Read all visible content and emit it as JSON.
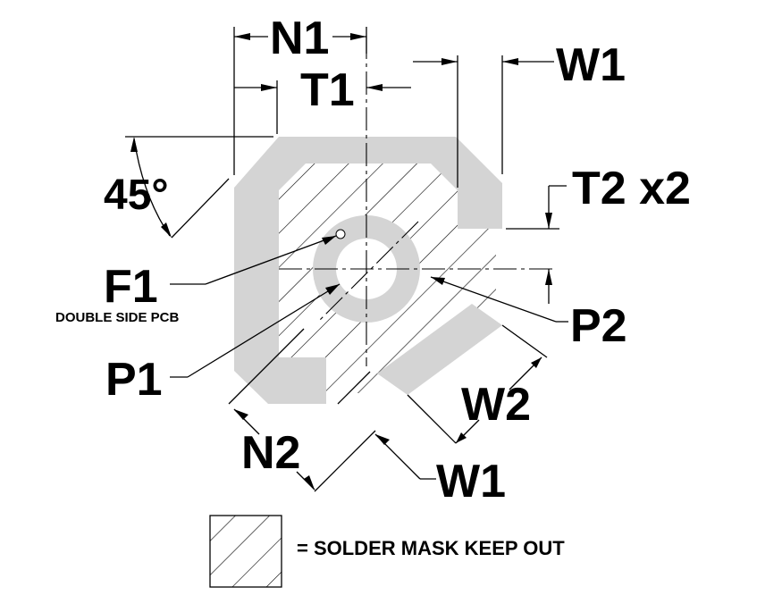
{
  "labels": {
    "n1": "N1",
    "t1": "T1",
    "w1_top": "W1",
    "t2": "T2 x2",
    "angle": "45°",
    "f1": "F1",
    "f1_note": "DOUBLE SIDE PCB",
    "p1": "P1",
    "p2": "P2",
    "w2": "W2",
    "n2": "N2",
    "w1_bottom": "W1"
  },
  "legend": {
    "text": "= SOLDER MASK KEEP OUT"
  },
  "colors": {
    "pad": "#d4d4d4",
    "line": "#000000",
    "background": "#ffffff"
  },
  "icons": {
    "hatch": "diagonal-hatch-pattern"
  }
}
